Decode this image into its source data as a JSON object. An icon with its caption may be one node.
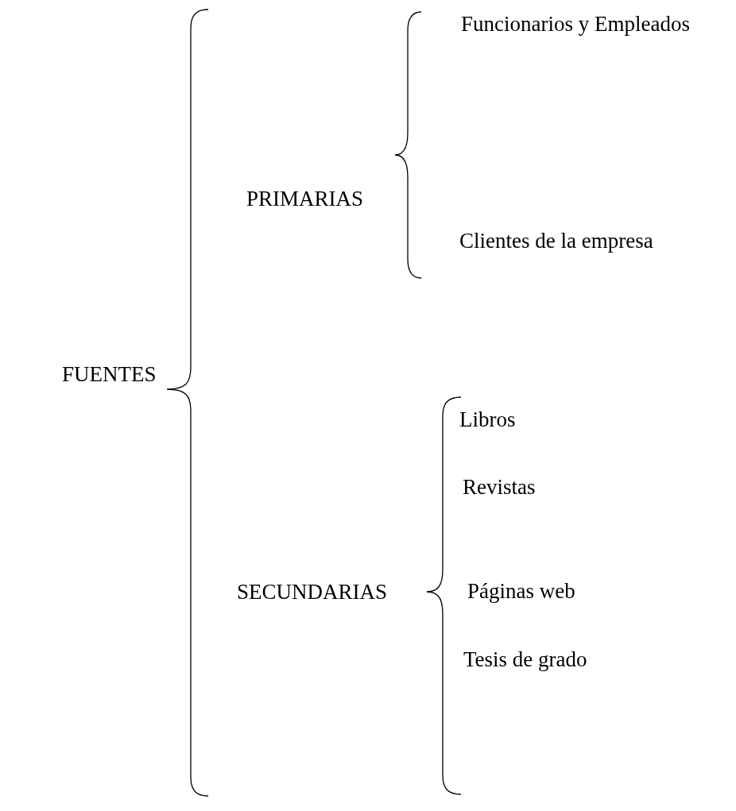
{
  "diagram": {
    "nodes": [
      {
        "text": [
          "FUENTES"
        ]
      },
      {
        "text": [
          "PRIMARIAS"
        ]
      },
      {
        "text": [
          "Funcionarios y Empleados"
        ]
      },
      {
        "text": [
          "Clientes de la empresa"
        ]
      },
      {
        "text": [
          "SECUNDARIAS"
        ]
      },
      {
        "text": [
          "Libros"
        ]
      },
      {
        "text": [
          "Revistas"
        ]
      },
      {
        "text": [
          "Páginas web"
        ]
      },
      {
        "text": [
          "Tesis de grado"
        ]
      }
    ]
  }
}
